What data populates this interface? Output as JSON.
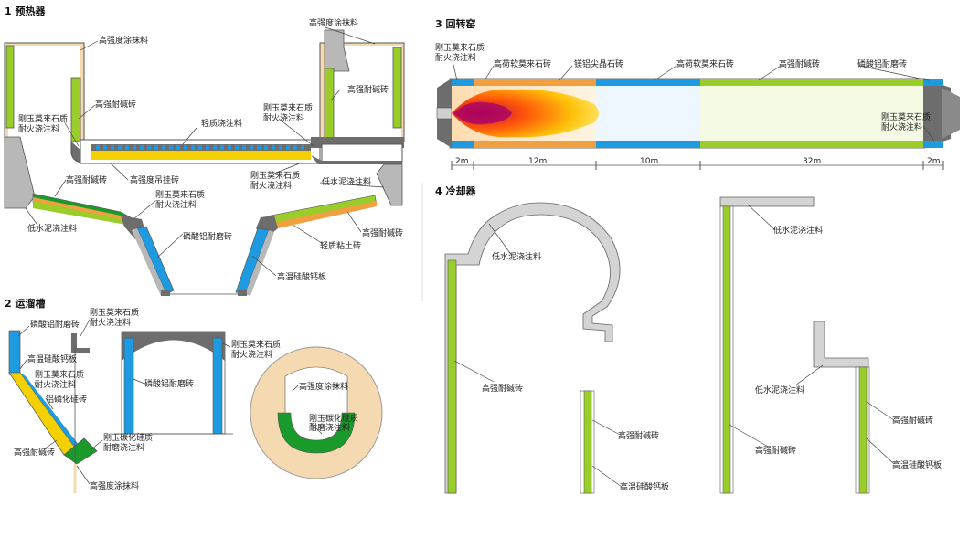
{
  "sections": {
    "preheater": {
      "title": "1 预热器"
    },
    "trough": {
      "title": "2 运溜槽"
    },
    "kiln": {
      "title": "3 回转窑"
    },
    "cooler": {
      "title": "4 冷却器"
    }
  },
  "labels": {
    "p_coat_left": "高强度涂抹料",
    "p_coat_right": "高强度涂抹料",
    "p_brick_left": "高强耐碱砖",
    "p_brick_right": "高强耐碱砖",
    "p_mullite_left_1": "刚玉莫来石质",
    "p_mullite_left_2": "耐火浇注料",
    "p_mullite_mid_1": "刚玉莫来石质",
    "p_mullite_mid_2": "耐火浇注料",
    "p_light": "轻质浇注料",
    "p_anchor": "高强度吊挂砖",
    "p_brick_low": "高强耐碱砖",
    "p_mullite_c_1": "刚玉莫来石质",
    "p_mullite_c_2": "耐火浇注料",
    "p_mullite_r_1": "刚玉莫来石质",
    "p_mullite_r_2": "耐火浇注料",
    "p_lowcem_right": "低水泥浇注料",
    "p_lowcem_left": "低水泥浇注料",
    "p_phos": "磷酸铝耐磨砖",
    "p_brick_r2": "高强耐碱砖",
    "p_clay": "轻质粘土砖",
    "p_casi": "高温硅酸钙板",
    "t_phos_1": "磷酸铝耐磨砖",
    "t_mullite_1a": "刚玉莫来石质",
    "t_mullite_1b": "耐火浇注料",
    "t_casi": "高温硅酸钙板",
    "t_mullite_2a": "刚玉莫来石质",
    "t_mullite_2b": "耐火浇注料",
    "t_phos_2": "铝磷化硅砖",
    "t_brick": "高强耐碱砖",
    "t_sic_1": "刚玉碳化硅质",
    "t_sic_2": "耐磨浇注料",
    "t_coat": "高强度涂抹料",
    "t_phos_3": "磷酸铝耐磨砖",
    "t_mullite_3a": "刚玉莫来石质",
    "t_mullite_3b": "耐火浇注料",
    "t_coat_2": "高强度涂抹料",
    "t_sic_3": "刚玉碳化硅质",
    "t_sic_4": "耐磨浇注料",
    "k_mullite_1": "刚玉莫来石质",
    "k_mullite_2": "耐火浇注料",
    "k_hmsoft_1": "高荷软莫来石砖",
    "k_mgal": "镁铝尖晶石砖",
    "k_hmsoft_2": "高荷软莫来石砖",
    "k_brick": "高强耐碱砖",
    "k_phos": "磷酸铝耐磨砖",
    "k_mullite_r1": "刚玉莫来石质",
    "k_mullite_r2": "耐火浇注料",
    "k_d1": "2m",
    "k_d2": "12m",
    "k_d3": "10m",
    "k_d4": "32m",
    "k_d5": "2m",
    "c_lowcem_1": "低水泥浇注料",
    "c_brick_1": "高强耐碱砖",
    "c_brick_2": "高强耐碱砖",
    "c_casi_1": "高温硅酸钙板",
    "c_lowcem_2": "低水泥浇注料",
    "c_lowcem_3": "低水泥浇注料",
    "c_brick_3": "高强耐碱砖",
    "c_brick_4": "高强耐碱砖",
    "c_casi_2": "高温硅酸钙板"
  },
  "colors": {
    "green": "#9acd2a",
    "blue": "#1e9ae0",
    "peach": "#f5d9b0",
    "grey": "#b8b8b8",
    "darkgrey": "#6d6d6d",
    "orange": "#f0a040",
    "yellow": "#f4d000",
    "darkgreen": "#1a9a2a"
  }
}
